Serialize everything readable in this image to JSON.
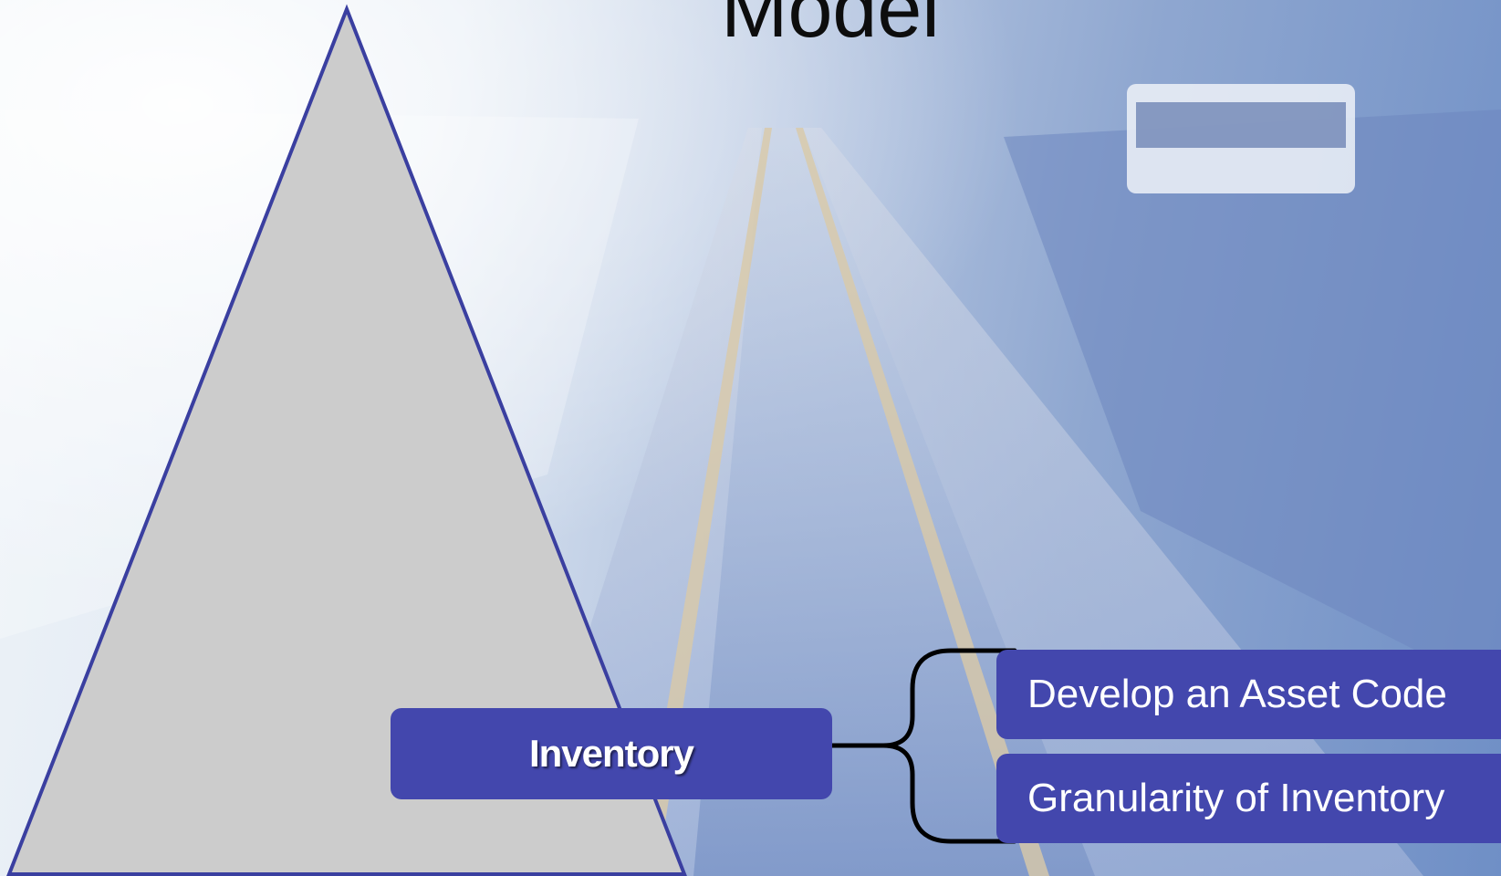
{
  "slide": {
    "title": "Model"
  },
  "diagram": {
    "pyramid_fill": "#cccccc",
    "pyramid_outline": "#3a3fa0",
    "box_color": "#4347ad",
    "bracket_color": "#000000",
    "level": {
      "label": "Inventory"
    },
    "sub_items": [
      {
        "label": "Develop an Asset Code"
      },
      {
        "label": "Granularity of Inventory"
      }
    ]
  }
}
